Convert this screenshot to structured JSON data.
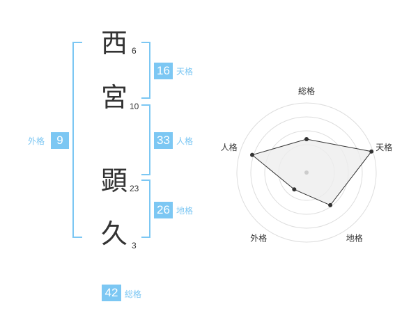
{
  "name": {
    "chars": [
      {
        "char": "西",
        "strokes": "6"
      },
      {
        "char": "宮",
        "strokes": "10"
      },
      {
        "char": "顕",
        "strokes": "23"
      },
      {
        "char": "久",
        "strokes": "3"
      }
    ]
  },
  "kaku": {
    "tenkaku": {
      "label": "天格",
      "value": "16"
    },
    "jinkaku": {
      "label": "人格",
      "value": "33"
    },
    "chikaku": {
      "label": "地格",
      "value": "26"
    },
    "gaikaku": {
      "label": "外格",
      "value": "9"
    },
    "soukaku": {
      "label": "総格",
      "value": "42"
    }
  },
  "colors": {
    "accent": "#7cc7f3",
    "text": "#333333",
    "radar_fill": "#eeeeee",
    "ring": "#dddddd"
  },
  "chart_data": {
    "type": "radar",
    "axes": [
      "総格",
      "天格",
      "地格",
      "外格",
      "人格"
    ],
    "values": [
      0.48,
      0.98,
      0.58,
      0.3,
      0.82
    ],
    "max": 1
  }
}
